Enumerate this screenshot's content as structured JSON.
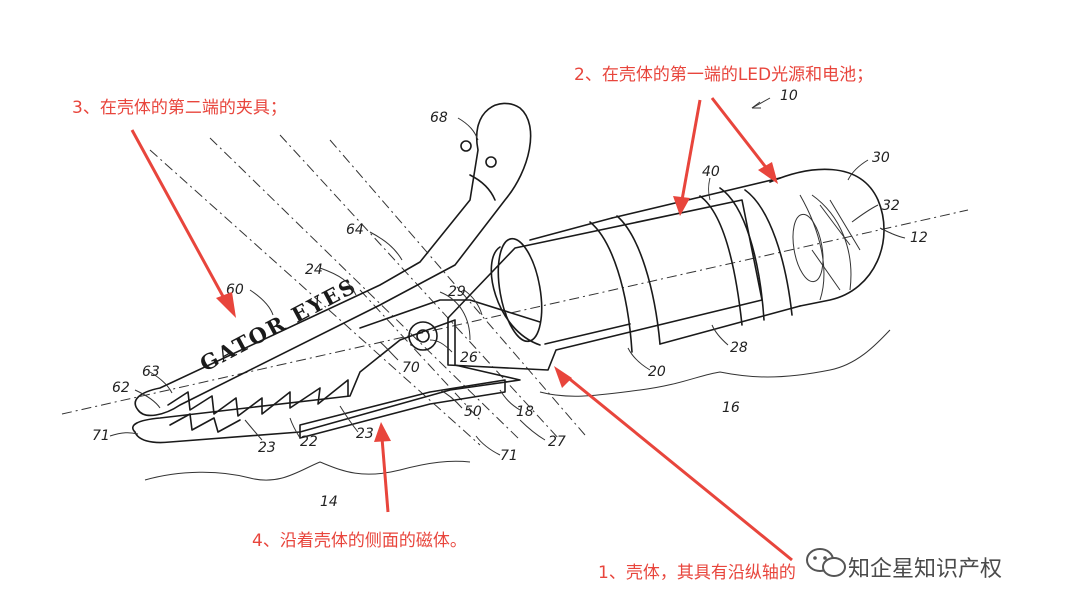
{
  "annotations": {
    "housing_led": "2、在壳体的第一端的LED光源和电池；",
    "clip": "3、在壳体的第二端的夹具；",
    "magnet": "4、沿着壳体的侧面的磁体。",
    "housing": "1、壳体，其具有沿纵轴的"
  },
  "brand_text": "GATOR EYES",
  "watermark": "知企星知识产权",
  "reference_numerals": {
    "r10": "10",
    "r12": "12",
    "r14": "14",
    "r16": "16",
    "r18": "18",
    "r20": "20",
    "r22": "22",
    "r23a": "23",
    "r23b": "23",
    "r24": "24",
    "r26": "26",
    "r27": "27",
    "r28": "28",
    "r29": "29",
    "r30": "30",
    "r32": "32",
    "r40": "40",
    "r50": "50",
    "r60": "60",
    "r62": "62",
    "r63": "63",
    "r64": "64",
    "r68": "68",
    "r70": "70",
    "r71a": "71",
    "r71b": "71"
  },
  "colors": {
    "annotation": "#e8453c",
    "line_art": "#1a1a1a",
    "background": "#ffffff"
  }
}
